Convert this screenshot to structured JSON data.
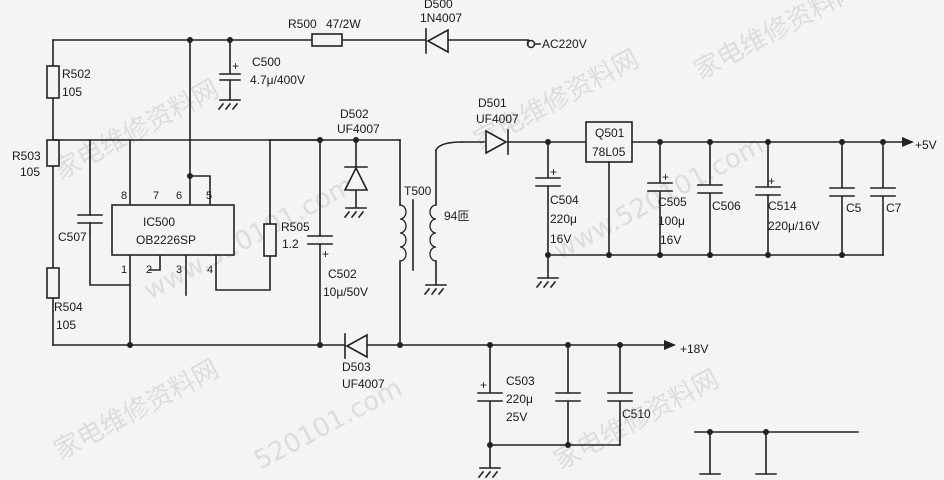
{
  "watermarks": [
    "家电维修资料网",
    "www.520101.com",
    "家电维修资料网",
    "www.520101.com",
    "家电维修资料网",
    "520101.com",
    "家电维修资料网",
    "家电维修资料网"
  ],
  "components": {
    "r500": {
      "ref": "R500",
      "value": "47/2W"
    },
    "d500": {
      "ref": "D500",
      "value": "1N4007"
    },
    "ac_input": "AC220V",
    "c500": {
      "ref": "C500",
      "value": "4.7μ/400V"
    },
    "r502": {
      "ref": "R502",
      "value": "105"
    },
    "r503": {
      "ref": "R503",
      "value": "105"
    },
    "r504": {
      "ref": "R504",
      "value": "105"
    },
    "c507": {
      "ref": "C507"
    },
    "ic500": {
      "ref": "IC500",
      "part": "OB2226SP",
      "pins": [
        "8",
        "7",
        "6",
        "5",
        "1",
        "2",
        "3",
        "4"
      ]
    },
    "r505": {
      "ref": "R505",
      "value": "1.2"
    },
    "d502": {
      "ref": "D502",
      "value": "UF4007"
    },
    "c502": {
      "ref": "C502",
      "value": "10μ/50V"
    },
    "t500": {
      "ref": "T500",
      "note": "94匝"
    },
    "d503": {
      "ref": "D503",
      "value": "UF4007"
    },
    "d501": {
      "ref": "D501",
      "value": "UF4007"
    },
    "c504": {
      "ref": "C504",
      "value1": "220μ",
      "value2": "16V"
    },
    "q501": {
      "ref": "Q501",
      "part": "78L05"
    },
    "c505": {
      "ref": "C505",
      "value1": "100μ",
      "value2": "16V"
    },
    "c506": {
      "ref": "C506"
    },
    "c514": {
      "ref": "C514",
      "value": "220μ/16V"
    },
    "c5": {
      "ref": "C5"
    },
    "c7": {
      "ref": "C7"
    },
    "out5v": "+5V",
    "out18v": "+18V",
    "c503": {
      "ref": "C503",
      "value1": "220μ",
      "value2": "25V"
    },
    "c510": {
      "ref": "C510"
    },
    "polarity": "+"
  }
}
